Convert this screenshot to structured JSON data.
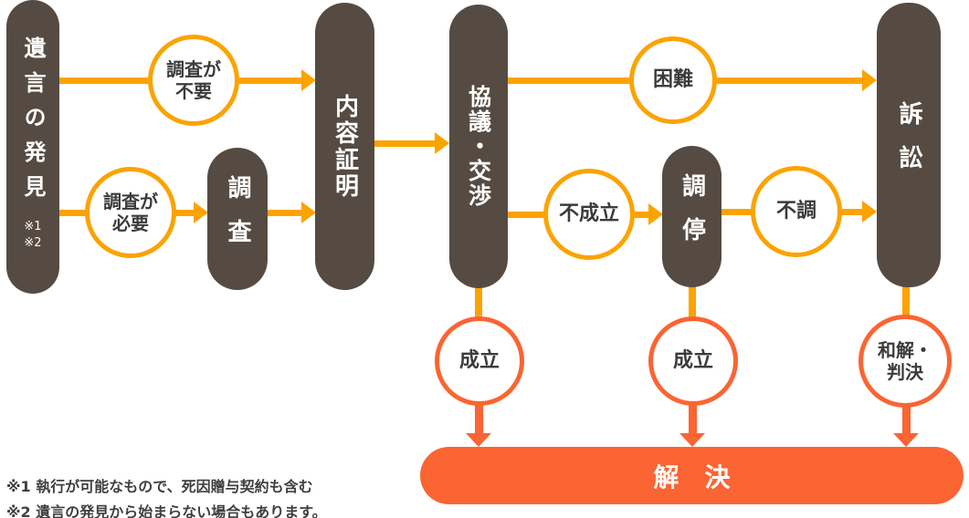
{
  "palette": {
    "pill_brown": "#564B42",
    "line_orange": "#FBA300",
    "accent_red_orange": "#FB6433",
    "circle_text": "#3B3B3B",
    "pill_text": "#FFFFFF"
  },
  "pills": {
    "will": {
      "label": "遺言の発見",
      "note1": "※1",
      "note2": "※2"
    },
    "survey": {
      "label": "調査"
    },
    "naiyo": {
      "label": "内容証明"
    },
    "kyogi": {
      "label": "協議・交渉"
    },
    "chotei": {
      "label": "調停"
    },
    "sosho": {
      "label": "訴訟"
    }
  },
  "circles": {
    "survey_unneeded": {
      "line1": "調査が",
      "line2": "不要"
    },
    "survey_needed": {
      "line1": "調査が",
      "line2": "必要"
    },
    "difficult": {
      "label": "困難"
    },
    "not_settled": {
      "label": "不成立"
    },
    "failed": {
      "label": "不調"
    },
    "settled_negotiation": {
      "label": "成立"
    },
    "settled_mediation": {
      "label": "成立"
    },
    "settlement_judgment": {
      "line1": "和解・",
      "line2": "判決"
    }
  },
  "result": {
    "label": "解　決"
  },
  "footnotes": {
    "note1": "※1 執行が可能なもので、死因贈与契約も含む",
    "note2": "※2 遺言の発見から始まらない場合もあります。"
  }
}
